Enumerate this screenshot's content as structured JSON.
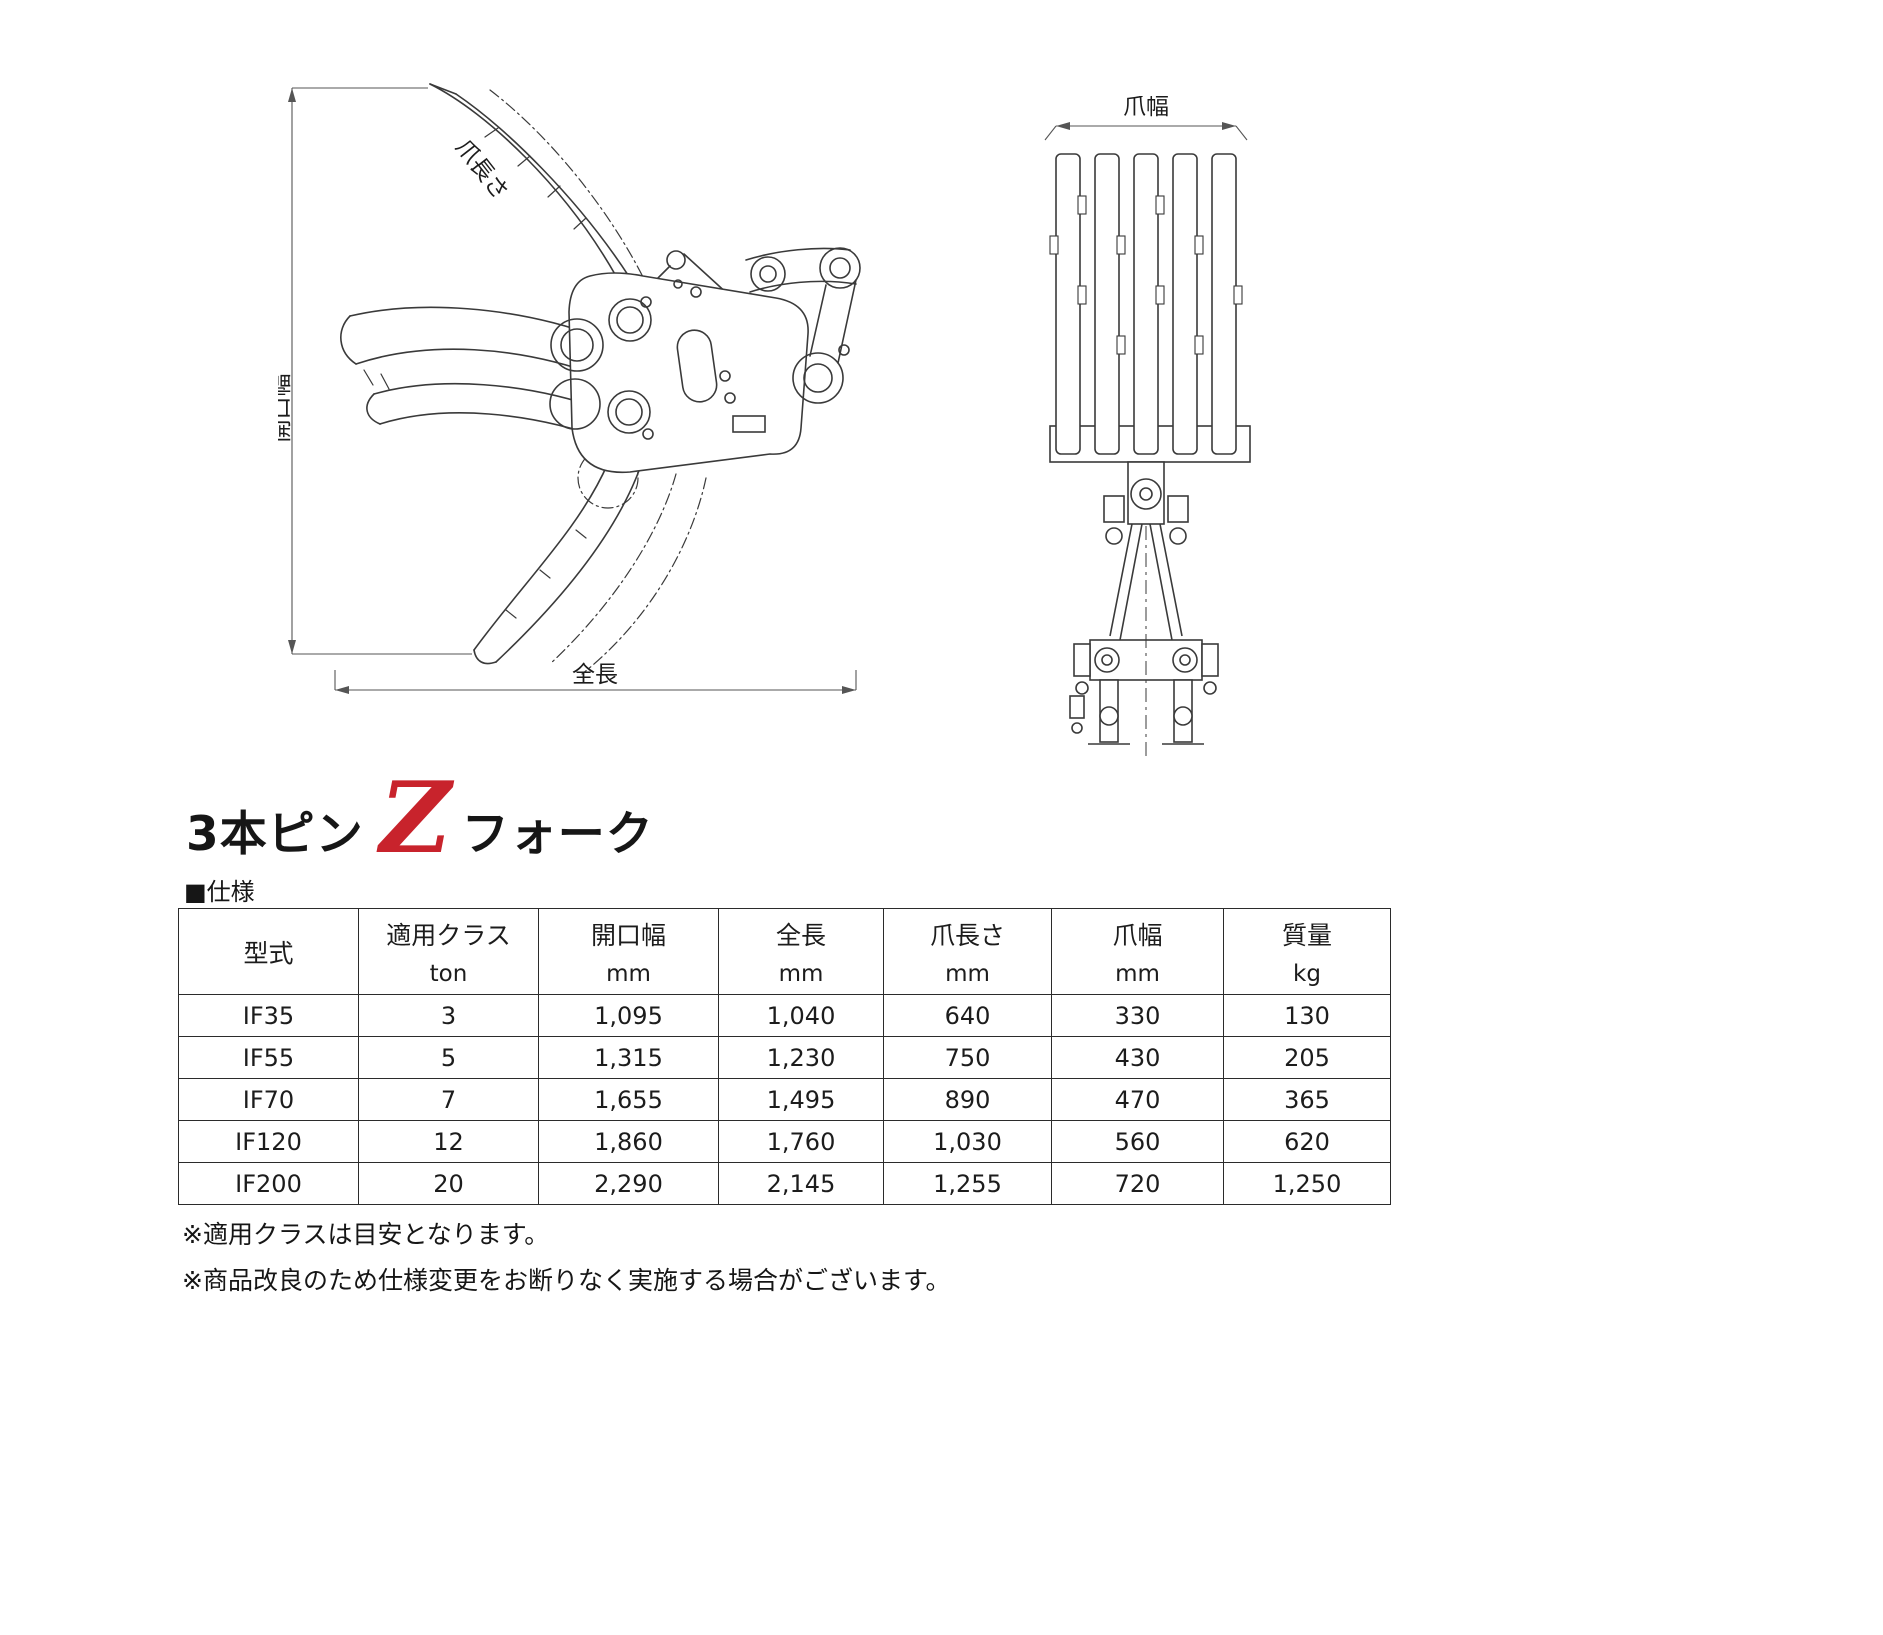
{
  "page": {
    "title_prefix": "3本ピン",
    "title_suffix": "フォーク",
    "logo_letter": "Z",
    "spec_heading": "■仕様",
    "accent_color": "#c8232c"
  },
  "drawing": {
    "claw_length": "爪長さ",
    "opening_width": "開口幅",
    "overall_length": "全長",
    "claw_width": "爪幅"
  },
  "table": {
    "columns": [
      {
        "name": "型式",
        "unit": ""
      },
      {
        "name": "適用クラス",
        "unit": "ton"
      },
      {
        "name": "開口幅",
        "unit": "mm"
      },
      {
        "name": "全長",
        "unit": "mm"
      },
      {
        "name": "爪長さ",
        "unit": "mm"
      },
      {
        "name": "爪幅",
        "unit": "mm"
      },
      {
        "name": "質量",
        "unit": "kg"
      }
    ],
    "rows": [
      [
        "IF35",
        "3",
        "1,095",
        "1,040",
        "640",
        "330",
        "130"
      ],
      [
        "IF55",
        "5",
        "1,315",
        "1,230",
        "750",
        "430",
        "205"
      ],
      [
        "IF70",
        "7",
        "1,655",
        "1,495",
        "890",
        "470",
        "365"
      ],
      [
        "IF120",
        "12",
        "1,860",
        "1,760",
        "1,030",
        "560",
        "620"
      ],
      [
        "IF200",
        "20",
        "2,290",
        "2,145",
        "1,255",
        "720",
        "1,250"
      ]
    ]
  },
  "notes": [
    "※適用クラスは目安となります。",
    "※商品改良のため仕様変更をお断りなく実施する場合がございます。"
  ]
}
